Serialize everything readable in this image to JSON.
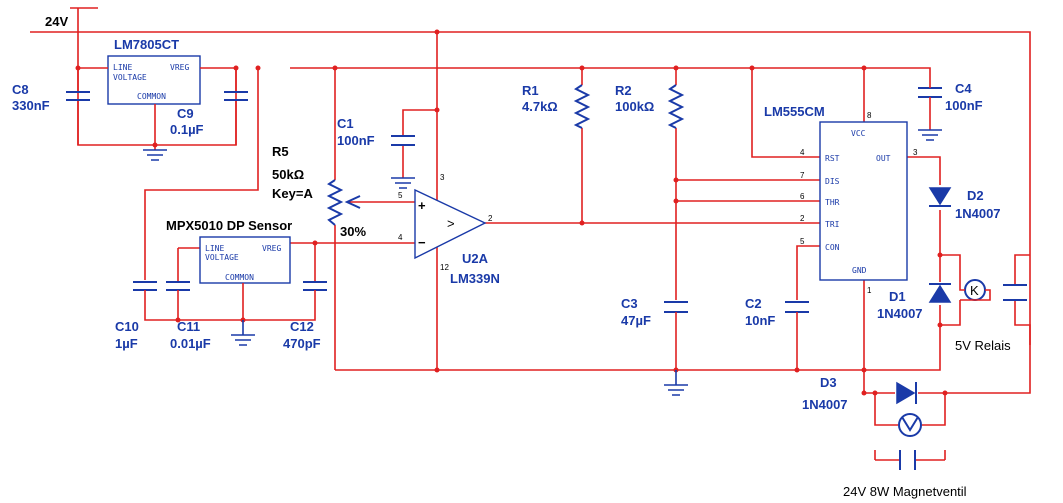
{
  "supply": {
    "label": "24V"
  },
  "regulators": {
    "lm7805": {
      "name": "LM7805CT",
      "pin_line": "LINE",
      "pin_voltage": "VOLTAGE",
      "pin_vreg": "VREG",
      "pin_common": "COMMON"
    },
    "mpx5010": {
      "name": "MPX5010 DP Sensor",
      "pin_line": "LINE",
      "pin_voltage": "VOLTAGE",
      "pin_vreg": "VREG",
      "pin_common": "COMMON"
    }
  },
  "capacitors": {
    "c8": {
      "ref": "C8",
      "value": "330nF"
    },
    "c9": {
      "ref": "C9",
      "value": "0.1µF"
    },
    "c1": {
      "ref": "C1",
      "value": "100nF"
    },
    "c10": {
      "ref": "C10",
      "value": "1µF"
    },
    "c11": {
      "ref": "C11",
      "value": "0.01µF"
    },
    "c12": {
      "ref": "C12",
      "value": "470pF"
    },
    "c3": {
      "ref": "C3",
      "value": "47µF"
    },
    "c2": {
      "ref": "C2",
      "value": "10nF"
    },
    "c4": {
      "ref": "C4",
      "value": "100nF"
    }
  },
  "resistors": {
    "r1": {
      "ref": "R1",
      "value": "4.7kΩ"
    },
    "r2": {
      "ref": "R2",
      "value": "100kΩ"
    }
  },
  "potentiometer": {
    "ref": "R5",
    "value": "50kΩ",
    "key": "Key=A",
    "setting": "30%"
  },
  "comparator": {
    "ref": "U2A",
    "part": "LM339N",
    "pin_plus": "5",
    "pin_minus": "4",
    "pin_out": "2",
    "pin_vcc": "3",
    "pin_gnd": "12",
    "sym_plus": "+",
    "sym_minus": "−",
    "sym_gt": ">"
  },
  "timer": {
    "part": "LM555CM",
    "pins": {
      "vcc": "VCC",
      "rst": "RST",
      "dis": "DIS",
      "thr": "THR",
      "tri": "TRI",
      "con": "CON",
      "out": "OUT",
      "gnd": "GND"
    },
    "pin_numbers": {
      "vcc": "8",
      "rst": "4",
      "dis": "7",
      "thr": "6",
      "tri": "2",
      "con": "5",
      "out": "3",
      "gnd": "1"
    }
  },
  "diodes": {
    "d1": {
      "ref": "D1",
      "part": "1N4007"
    },
    "d2": {
      "ref": "D2",
      "part": "1N4007"
    },
    "d3": {
      "ref": "D3",
      "part": "1N4007"
    }
  },
  "relay": {
    "label": "5V Relais",
    "coil_symbol": "K"
  },
  "valve": {
    "label": "24V 8W Magnetventil"
  }
}
